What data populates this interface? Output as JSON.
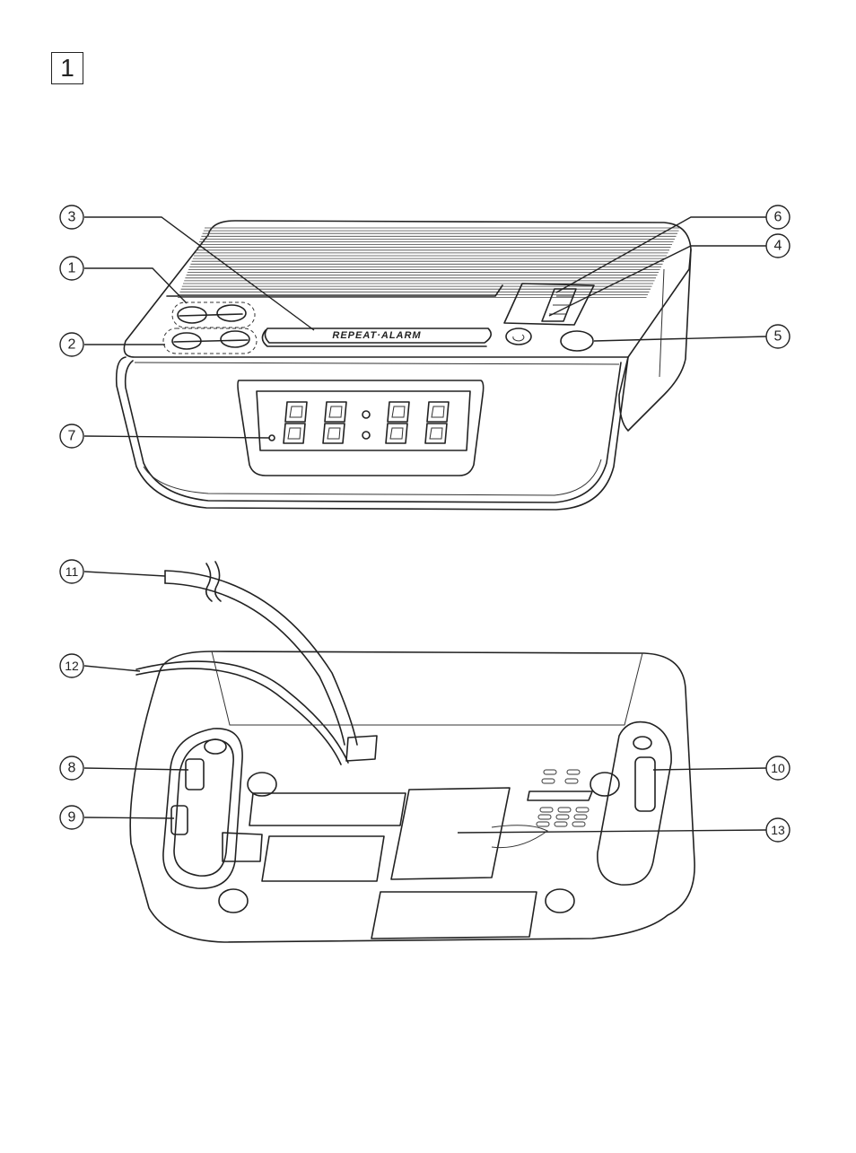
{
  "figure": {
    "number": "1"
  },
  "top_view": {
    "button_label": "REPEAT·ALARM",
    "callouts": [
      {
        "id": "c3",
        "label": "3",
        "side": "left"
      },
      {
        "id": "c1",
        "label": "1",
        "side": "left"
      },
      {
        "id": "c2",
        "label": "2",
        "side": "left"
      },
      {
        "id": "c7",
        "label": "7",
        "side": "left"
      },
      {
        "id": "c6",
        "label": "6",
        "side": "right"
      },
      {
        "id": "c4",
        "label": "4",
        "side": "right"
      },
      {
        "id": "c5",
        "label": "5",
        "side": "right"
      }
    ]
  },
  "bottom_view": {
    "callouts": [
      {
        "id": "c11",
        "label": "11",
        "side": "left"
      },
      {
        "id": "c12",
        "label": "12",
        "side": "left"
      },
      {
        "id": "c8",
        "label": "8",
        "side": "left"
      },
      {
        "id": "c9",
        "label": "9",
        "side": "left"
      },
      {
        "id": "c10",
        "label": "10",
        "side": "right"
      },
      {
        "id": "c13",
        "label": "13",
        "side": "right"
      }
    ]
  }
}
